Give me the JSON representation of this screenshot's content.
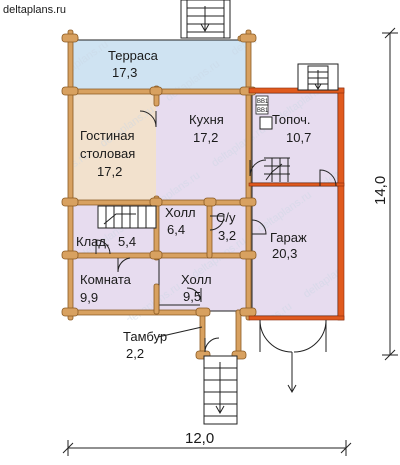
{
  "site": "deltaplans.ru",
  "colors": {
    "terrace": "#cfe3f2",
    "living": "#f2e1cd",
    "room": "#e7dcef",
    "wall": "#d8a160",
    "wall_stroke": "#8a5a22",
    "brick": "#e05a1e",
    "line": "#222222"
  },
  "rooms": {
    "terrace": {
      "name": "Терраса",
      "area": "17,3"
    },
    "living": {
      "name1": "Гостиная",
      "name2": "столовая",
      "area": "17,2"
    },
    "kitchen": {
      "name": "Кухня",
      "area": "17,2"
    },
    "boiler": {
      "name": "Топоч.",
      "area": "10,7"
    },
    "hall1": {
      "name": "Холл",
      "area": "6,4"
    },
    "wc": {
      "name": "С/у",
      "area": "3,2"
    },
    "storage": {
      "name": "Клад.",
      "area": "5,4"
    },
    "garage": {
      "name": "Гараж",
      "area": "20,3"
    },
    "room": {
      "name": "Комната",
      "area": "9,9"
    },
    "hall2": {
      "name": "Холл",
      "area": "9,5"
    },
    "vestibule": {
      "name": "Тамбур",
      "area": "2,2"
    }
  },
  "appliances": {
    "top": "BB1",
    "bottom": "BB1"
  },
  "dimensions": {
    "width": "12,0",
    "depth": "14,0"
  }
}
